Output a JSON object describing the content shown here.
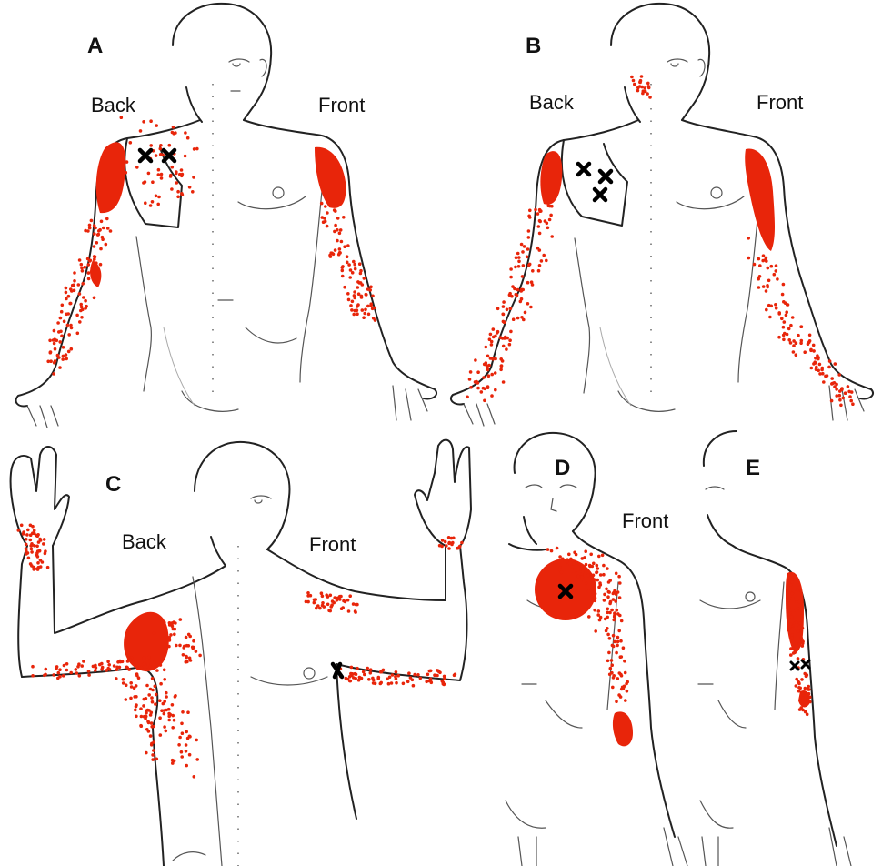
{
  "colors": {
    "referral_solid": "#e8250a",
    "referral_dots": "#e8250a",
    "trigger_point": "#000000",
    "outline": "#222222"
  },
  "panels": {
    "A": {
      "letter": "A",
      "left_label": "Back",
      "right_label": "Front"
    },
    "B": {
      "letter": "B",
      "left_label": "Back",
      "right_label": "Front"
    },
    "C": {
      "letter": "C",
      "left_label": "Back",
      "right_label": "Front"
    },
    "D": {
      "letter": "D",
      "label": "Front"
    },
    "E": {
      "letter": "E"
    }
  }
}
